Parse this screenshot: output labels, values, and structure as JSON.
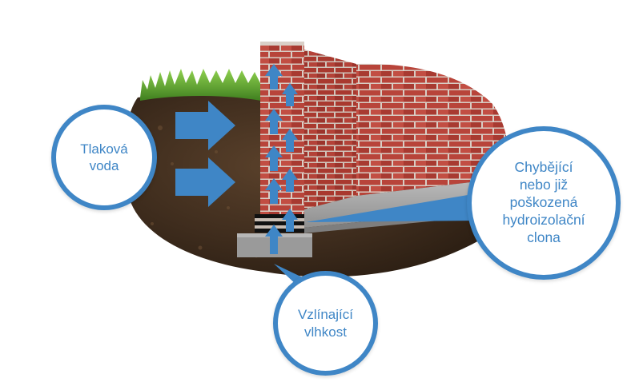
{
  "labels": {
    "pressure_water": [
      "Tlaková",
      "voda"
    ],
    "rising_damp": [
      "Vzlínající",
      "vlhkost"
    ],
    "missing_membrane": [
      "Chybějící",
      "nebo již",
      "poškozená",
      "hydroizolační",
      "clona"
    ]
  },
  "colors": {
    "accent_blue": "#3f86c6",
    "brick": "#b8443a",
    "mortar": "#d9cfc7",
    "soil": "#3a2a1c",
    "grass": "#5ea72e",
    "concrete": "#a9a9a9"
  },
  "icons": [
    "arrow-right-icon",
    "arrow-up-icon"
  ]
}
